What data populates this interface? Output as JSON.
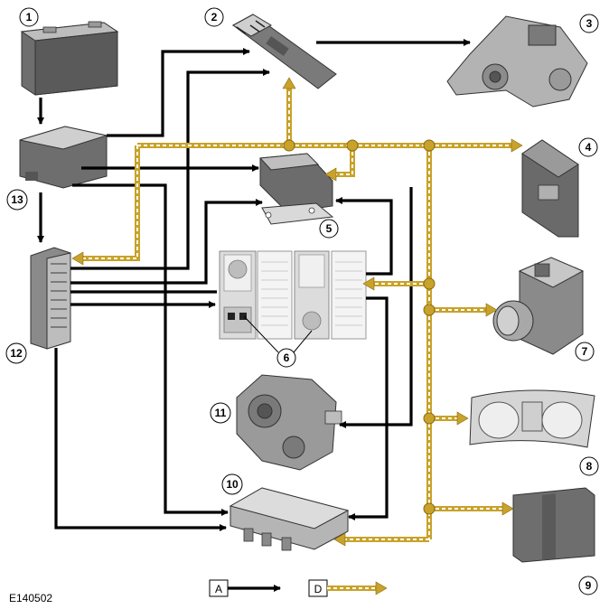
{
  "figure_id": "E140502",
  "colors": {
    "can_bus": "#c8a22a",
    "hardwired": "#000000",
    "component_dark": "#6e6e6e",
    "component_light": "#c9c9c9"
  },
  "legend": {
    "hardwired_label": "A",
    "can_label": "D"
  },
  "components": [
    {
      "id": "1",
      "icon": "battery-icon"
    },
    {
      "id": "2",
      "icon": "control-module-icon"
    },
    {
      "id": "3",
      "icon": "differential-icon"
    },
    {
      "id": "4",
      "icon": "control-module-icon"
    },
    {
      "id": "5",
      "icon": "control-module-icon"
    },
    {
      "id": "6",
      "icon": "control-switch-panel-icon"
    },
    {
      "id": "7",
      "icon": "abs-modulator-icon"
    },
    {
      "id": "8",
      "icon": "instrument-cluster-icon"
    },
    {
      "id": "9",
      "icon": "control-module-icon"
    },
    {
      "id": "10",
      "icon": "control-module-icon"
    },
    {
      "id": "11",
      "icon": "transfer-box-icon"
    },
    {
      "id": "12",
      "icon": "fuse-box-icon"
    },
    {
      "id": "13",
      "icon": "fuse-box-icon"
    }
  ]
}
